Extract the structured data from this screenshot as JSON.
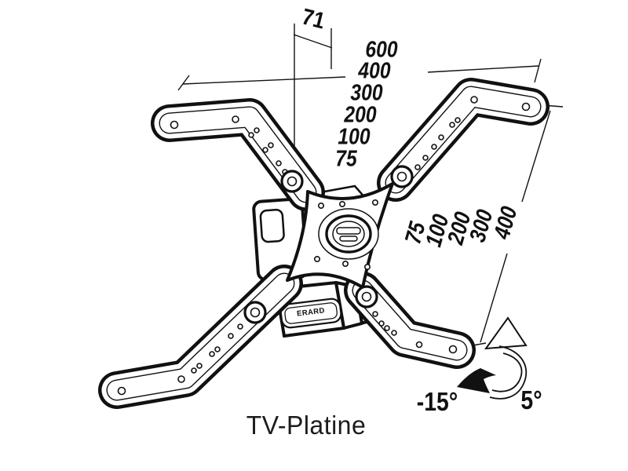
{
  "caption": "TV-Platine",
  "brand_label": "ERARD",
  "dimensions": {
    "top_offset": "71",
    "width_scale": [
      "600",
      "400",
      "300",
      "200",
      "100",
      "75"
    ],
    "height_scale": [
      "75",
      "100",
      "200",
      "300",
      "400"
    ],
    "tilt_negative": "-15°",
    "tilt_positive": "5°"
  },
  "icons": {
    "rotation_arrow": "curved-tilt-range-arrow",
    "tilt_direction_arrow": "solid-tilt-arrow"
  },
  "colors": {
    "ink": "#111111",
    "background": "#ffffff"
  }
}
